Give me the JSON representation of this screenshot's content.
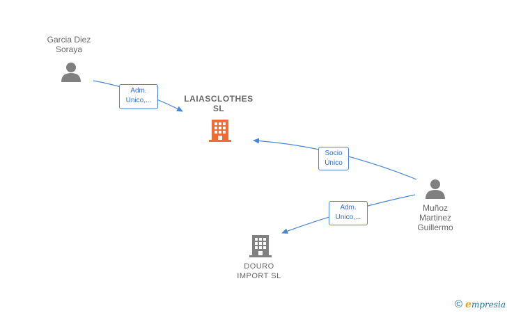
{
  "nodes": {
    "garcia": {
      "label": "Garcia Diez\nSoraya",
      "type": "person"
    },
    "laiasclothes": {
      "label": "LAIASCLOTHES\nSL",
      "type": "company",
      "color": "#f06a35"
    },
    "munoz": {
      "label": "Muñoz\nMartinez\nGuillermo",
      "type": "person"
    },
    "douro": {
      "label": "DOURO\nIMPORT  SL",
      "type": "company",
      "color": "#808080"
    }
  },
  "edges": {
    "garcia_laias": {
      "label": "Adm.\nUnico,..."
    },
    "munoz_laias": {
      "label": "Socio\nÚnico"
    },
    "munoz_douro": {
      "label": "Adm.\nUnico,..."
    }
  },
  "colors": {
    "edge": "#4a86d4",
    "person_icon": "#808080"
  },
  "footer": {
    "copyright": "©",
    "brand_initial": "e",
    "brand_rest": "mpresia"
  }
}
